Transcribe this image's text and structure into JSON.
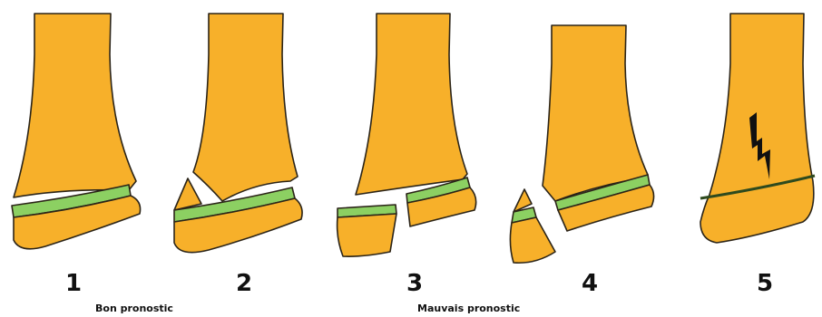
{
  "colors": {
    "bone": "#F7B02A",
    "physis": "#8CD062",
    "outline": "#2B2418",
    "background": "#FFFFFF"
  },
  "labels": {
    "type1": "1",
    "type2": "2",
    "type3": "3",
    "type4": "4",
    "type5": "5",
    "good_prognosis": "Bon pronostic",
    "poor_prognosis": "Mauvais pronostic"
  },
  "icons": {
    "type5": "lightning-bolt-icon"
  }
}
